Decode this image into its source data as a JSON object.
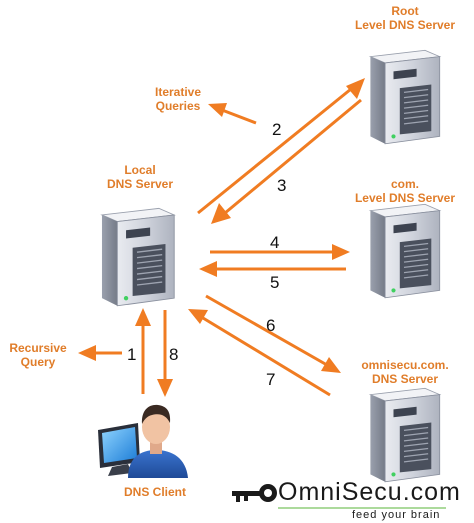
{
  "colors": {
    "arrow": "#f07c22",
    "label": "#e07d2a",
    "server_body": "#c8ccd6",
    "server_dark": "#8a909e",
    "shirt": "#2b5fb5",
    "logo_green": "#5ab43a"
  },
  "nodes": {
    "root": "Root\nLevel DNS Server",
    "com": "com.\nLevel DNS Server",
    "omnisecu": "omnisecu.com.\nDNS Server",
    "local": "Local\nDNS Server",
    "client": "DNS Client"
  },
  "annotations": {
    "iterative": "Iterative\nQueries",
    "recursive": "Recursive\nQuery"
  },
  "steps": [
    "1",
    "2",
    "3",
    "4",
    "5",
    "6",
    "7",
    "8"
  ],
  "brand": {
    "name": "OmniSecu.com",
    "tagline": "feed your brain"
  },
  "icons": [
    "server-icon",
    "dns-client-person-icon",
    "key-icon",
    "arrow-icon"
  ]
}
